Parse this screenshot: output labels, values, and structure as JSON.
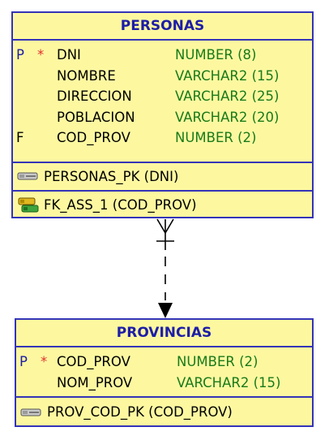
{
  "entities": {
    "personas": {
      "title": "PERSONAS",
      "columns": [
        {
          "flag": "P",
          "mandatory": "*",
          "name": "DNI",
          "type": "NUMBER (8)"
        },
        {
          "flag": "",
          "mandatory": "",
          "name": "NOMBRE",
          "type": "VARCHAR2 (15)"
        },
        {
          "flag": "",
          "mandatory": "",
          "name": "DIRECCION",
          "type": "VARCHAR2 (25)"
        },
        {
          "flag": "",
          "mandatory": "",
          "name": "POBLACION",
          "type": "VARCHAR2 (20)"
        },
        {
          "flag": "F",
          "mandatory": "",
          "name": "COD_PROV",
          "type": "NUMBER (2)"
        }
      ],
      "primary_key": "PERSONAS_PK (DNI)",
      "foreign_key": "FK_ASS_1 (COD_PROV)"
    },
    "provincias": {
      "title": "PROVINCIAS",
      "columns": [
        {
          "flag": "P",
          "mandatory": "*",
          "name": "COD_PROV",
          "type": "NUMBER (2)"
        },
        {
          "flag": "",
          "mandatory": "",
          "name": "NOM_PROV",
          "type": "VARCHAR2 (15)"
        }
      ],
      "primary_key": "PROV_COD_PK (COD_PROV)"
    }
  },
  "relationship": {
    "from": "PERSONAS",
    "to": "PROVINCIAS",
    "style": "dashed",
    "source_end": "crows-foot-many-mandatory",
    "target_end": "arrow"
  },
  "colors": {
    "entity_fill": "#fdf8a0",
    "entity_border": "#3434b8",
    "title_text": "#1d1da8",
    "type_text": "#1a7a1a",
    "mandatory_mark": "#e03030"
  },
  "icons": {
    "pk": "key-icon",
    "fk": "foreign-key-icon"
  }
}
